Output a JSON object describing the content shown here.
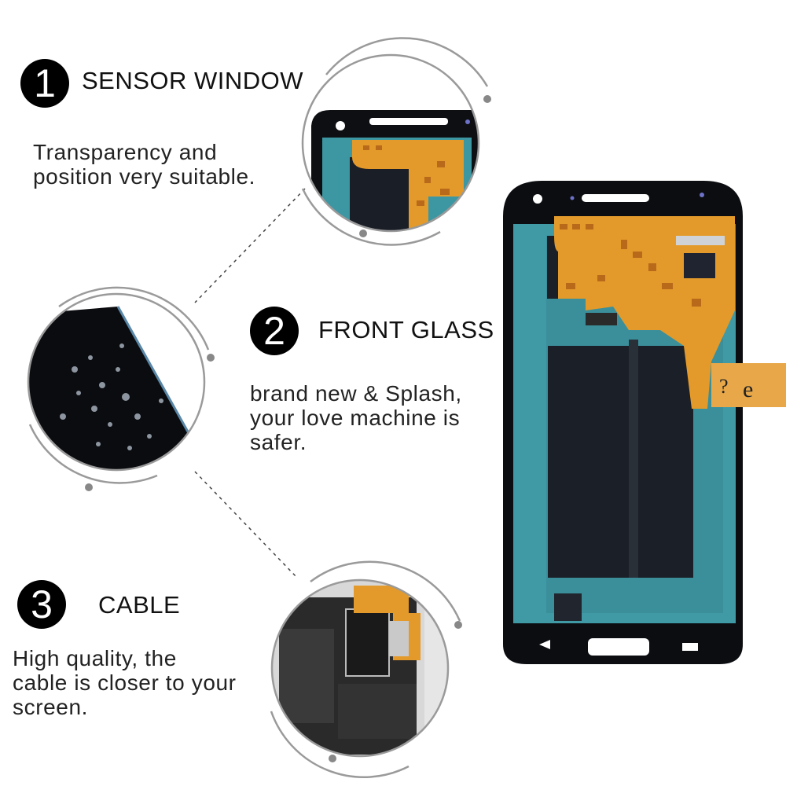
{
  "features": [
    {
      "number": "1",
      "title": "SENSOR WINDOW",
      "lines": [
        "Transparency and",
        "position very suitable."
      ]
    },
    {
      "number": "2",
      "title": "FRONT GLASS",
      "lines": [
        "brand  new & Splash,",
        "your love machine is",
        "safer."
      ]
    },
    {
      "number": "3",
      "title": "CABLE",
      "lines": [
        "High quality, the",
        "cable is closer to your",
        "screen."
      ]
    }
  ],
  "colors": {
    "panel_cyan": "#3f9aa6",
    "panel_black": "#1b1f27",
    "flex_orange": "#e39a2a",
    "frame": "#0b0d11"
  }
}
